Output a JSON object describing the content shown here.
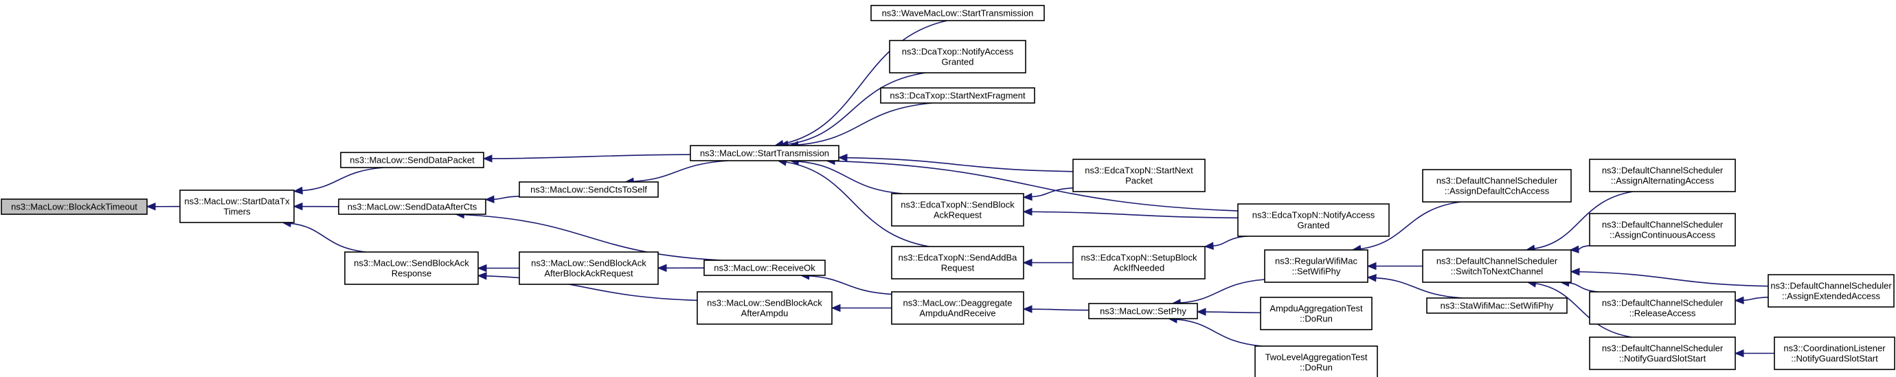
{
  "graph": {
    "nodes": [
      {
        "id": "blockacktimeout",
        "lines": [
          "ns3::MacLow::BlockAckTimeout"
        ],
        "root": true
      },
      {
        "id": "startdatatxtimers",
        "lines": [
          "ns3::MacLow::StartDataTx",
          "Timers"
        ]
      },
      {
        "id": "senddatapacket",
        "lines": [
          "ns3::MacLow::SendDataPacket"
        ]
      },
      {
        "id": "senddataaftercts",
        "lines": [
          "ns3::MacLow::SendDataAfterCts"
        ]
      },
      {
        "id": "sendblockackresponse",
        "lines": [
          "ns3::MacLow::SendBlockAck",
          "Response"
        ]
      },
      {
        "id": "sendctstoself",
        "lines": [
          "ns3::MacLow::SendCtsToSelf"
        ]
      },
      {
        "id": "sendblockackafterblockackrequest",
        "lines": [
          "ns3::MacLow::SendBlockAck",
          "AfterBlockAckRequest"
        ]
      },
      {
        "id": "sendblockackafterampdu",
        "lines": [
          "ns3::MacLow::SendBlockAck",
          "AfterAmpdu"
        ]
      },
      {
        "id": "receiveok",
        "lines": [
          "ns3::MacLow::ReceiveOk"
        ]
      },
      {
        "id": "starttransmission",
        "lines": [
          "ns3::MacLow::StartTransmission"
        ]
      },
      {
        "id": "deaggregate",
        "lines": [
          "ns3::MacLow::Deaggregate",
          "AmpduAndReceive"
        ]
      },
      {
        "id": "wavemaclow",
        "lines": [
          "ns3::WaveMacLow::StartTransmission"
        ]
      },
      {
        "id": "dcanotify",
        "lines": [
          "ns3::DcaTxop::NotifyAccess",
          "Granted"
        ]
      },
      {
        "id": "dcastartnext",
        "lines": [
          "ns3::DcaTxop::StartNextFragment"
        ]
      },
      {
        "id": "edcasendblockack",
        "lines": [
          "ns3::EdcaTxopN::SendBlock",
          "AckRequest"
        ]
      },
      {
        "id": "edcasendaddba",
        "lines": [
          "ns3::EdcaTxopN::SendAddBa",
          "Request"
        ]
      },
      {
        "id": "edcastartnext",
        "lines": [
          "ns3::EdcaTxopN::StartNext",
          "Packet"
        ]
      },
      {
        "id": "edcasetupblockack",
        "lines": [
          "ns3::EdcaTxopN::SetupBlock",
          "AckIfNeeded"
        ]
      },
      {
        "id": "edcanotify",
        "lines": [
          "ns3::EdcaTxopN::NotifyAccess",
          "Granted"
        ]
      },
      {
        "id": "setphy",
        "lines": [
          "ns3::MacLow::SetPhy"
        ]
      },
      {
        "id": "regularsetwifiphy",
        "lines": [
          "ns3::RegularWifiMac",
          "::SetWifiPhy"
        ]
      },
      {
        "id": "ampdutest",
        "lines": [
          "AmpduAggregationTest",
          "::DoRun"
        ]
      },
      {
        "id": "twoleveltest",
        "lines": [
          "TwoLevelAggregationTest",
          "::DoRun"
        ]
      },
      {
        "id": "assigndefaultcch",
        "lines": [
          "ns3::DefaultChannelScheduler",
          "::AssignDefaultCchAccess"
        ]
      },
      {
        "id": "switchtonext",
        "lines": [
          "ns3::DefaultChannelScheduler",
          "::SwitchToNextChannel"
        ]
      },
      {
        "id": "stasetwifiphy",
        "lines": [
          "ns3::StaWifiMac::SetWifiPhy"
        ]
      },
      {
        "id": "assignalternating",
        "lines": [
          "ns3::DefaultChannelScheduler",
          "::AssignAlternatingAccess"
        ]
      },
      {
        "id": "assigncontinuous",
        "lines": [
          "ns3::DefaultChannelScheduler",
          "::AssignContinuousAccess"
        ]
      },
      {
        "id": "releaseaccess",
        "lines": [
          "ns3::DefaultChannelScheduler",
          "::ReleaseAccess"
        ]
      },
      {
        "id": "notifyguardslot",
        "lines": [
          "ns3::DefaultChannelScheduler",
          "::NotifyGuardSlotStart"
        ]
      },
      {
        "id": "assignextended",
        "lines": [
          "ns3::DefaultChannelScheduler",
          "::AssignExtendedAccess"
        ]
      },
      {
        "id": "coordinationlistener",
        "lines": [
          "ns3::CoordinationListener",
          "::NotifyGuardSlotStart"
        ]
      }
    ],
    "edges": [
      {
        "from": "startdatatxtimers",
        "to": "blockacktimeout"
      },
      {
        "from": "senddatapacket",
        "to": "startdatatxtimers"
      },
      {
        "from": "senddataaftercts",
        "to": "startdatatxtimers"
      },
      {
        "from": "sendblockackresponse",
        "to": "startdatatxtimers"
      },
      {
        "from": "starttransmission",
        "to": "senddatapacket"
      },
      {
        "from": "sendctstoself",
        "to": "senddataaftercts"
      },
      {
        "from": "receiveok",
        "to": "senddataaftercts"
      },
      {
        "from": "sendblockackafterblockackrequest",
        "to": "sendblockackresponse"
      },
      {
        "from": "sendblockackafterampdu",
        "to": "sendblockackresponse"
      },
      {
        "from": "starttransmission",
        "to": "sendctstoself"
      },
      {
        "from": "receiveok",
        "to": "sendblockackafterblockackrequest"
      },
      {
        "from": "deaggregate",
        "to": "sendblockackafterampdu"
      },
      {
        "from": "deaggregate",
        "to": "receiveok"
      },
      {
        "from": "wavemaclow",
        "to": "starttransmission"
      },
      {
        "from": "dcanotify",
        "to": "starttransmission"
      },
      {
        "from": "dcastartnext",
        "to": "starttransmission"
      },
      {
        "from": "edcasendblockack",
        "to": "starttransmission"
      },
      {
        "from": "edcasendaddba",
        "to": "starttransmission"
      },
      {
        "from": "edcastartnext",
        "to": "starttransmission"
      },
      {
        "from": "edcanotify",
        "to": "starttransmission"
      },
      {
        "from": "edcastartnext",
        "to": "edcasendblockack"
      },
      {
        "from": "edcanotify",
        "to": "edcasendblockack"
      },
      {
        "from": "edcasetupblockack",
        "to": "edcasendaddba"
      },
      {
        "from": "edcanotify",
        "to": "edcasetupblockack"
      },
      {
        "from": "setphy",
        "to": "deaggregate"
      },
      {
        "from": "regularsetwifiphy",
        "to": "setphy"
      },
      {
        "from": "ampdutest",
        "to": "setphy"
      },
      {
        "from": "twoleveltest",
        "to": "setphy"
      },
      {
        "from": "assigndefaultcch",
        "to": "regularsetwifiphy"
      },
      {
        "from": "switchtonext",
        "to": "regularsetwifiphy"
      },
      {
        "from": "stasetwifiphy",
        "to": "regularsetwifiphy"
      },
      {
        "from": "assignalternating",
        "to": "switchtonext"
      },
      {
        "from": "assigncontinuous",
        "to": "switchtonext"
      },
      {
        "from": "releaseaccess",
        "to": "switchtonext"
      },
      {
        "from": "notifyguardslot",
        "to": "switchtonext"
      },
      {
        "from": "assignextended",
        "to": "switchtonext"
      },
      {
        "from": "assignextended",
        "to": "releaseaccess"
      },
      {
        "from": "coordinationlistener",
        "to": "notifyguardslot"
      }
    ]
  }
}
